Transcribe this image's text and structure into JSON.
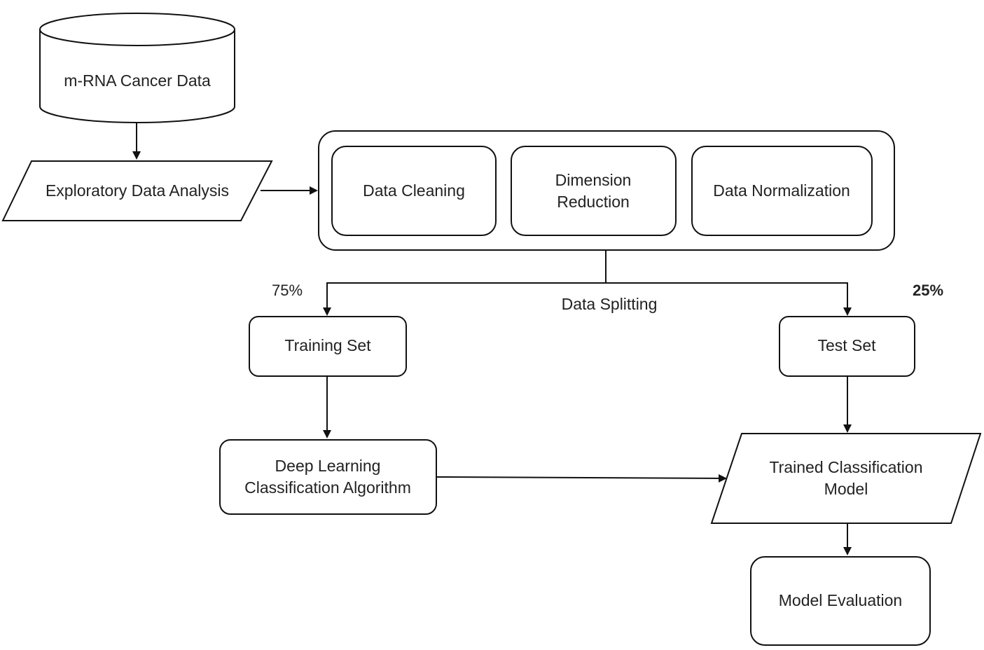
{
  "nodes": {
    "source": {
      "label": "m-RNA Cancer Data"
    },
    "eda": {
      "label": "Exploratory Data Analysis"
    },
    "cleaning": {
      "label": "Data Cleaning"
    },
    "dimension": {
      "line1": "Dimension",
      "line2": "Reduction"
    },
    "normalization": {
      "label": "Data Normalization"
    },
    "training": {
      "label": "Training Set"
    },
    "test": {
      "label": "Test Set"
    },
    "algorithm": {
      "line1": "Deep Learning",
      "line2": "Classification Algorithm"
    },
    "trained_model": {
      "line1": "Trained Classification",
      "line2": "Model"
    },
    "evaluation": {
      "label": "Model Evaluation"
    }
  },
  "edges": {
    "split_label": "Data Splitting",
    "train_pct": "75%",
    "test_pct": "25%"
  },
  "colors": {
    "stroke": "#111111",
    "fill": "#ffffff",
    "text": "#222222"
  }
}
